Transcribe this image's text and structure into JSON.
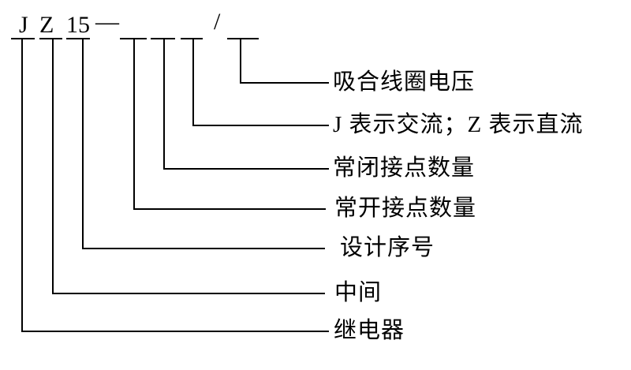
{
  "colors": {
    "line": "#000000",
    "background": "#ffffff",
    "text": "#000000"
  },
  "model_code": {
    "letter_j": "J",
    "letter_z": "Z",
    "series_number": "15",
    "dash": "—",
    "slash": "/"
  },
  "labels": [
    {
      "text": "吸合线圈电压"
    },
    {
      "text": "J 表示交流；Z 表示直流"
    },
    {
      "text": "常闭接点数量"
    },
    {
      "text": "常开接点数量"
    },
    {
      "text": "设计序号"
    },
    {
      "text": "中间"
    },
    {
      "text": "继电器"
    }
  ]
}
